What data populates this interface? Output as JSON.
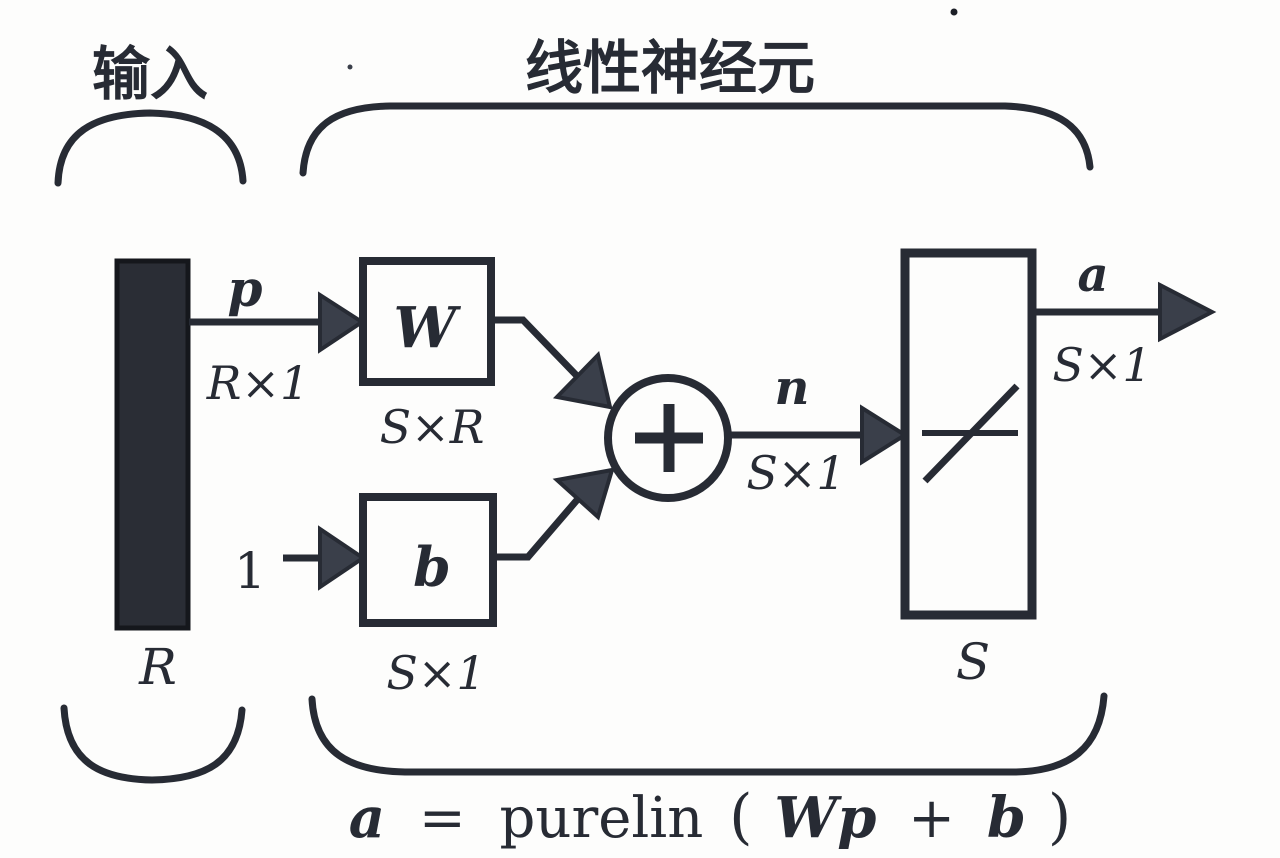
{
  "figure": {
    "title_note": "linear neuron block diagram",
    "colors": {
      "background": "#fdfdfc",
      "ink": "#272b34",
      "arrow_fill": "#3a3f4a",
      "input_bar_fill": "#2a2d35"
    },
    "groups": {
      "input_label": "输入",
      "neuron_label": "线性神经元"
    },
    "labels": {
      "input_vector": "p",
      "input_vector_dim": "R×1",
      "input_size": "R",
      "weight": "W",
      "weight_dim": "S×R",
      "bias_input": "1",
      "bias": "b",
      "bias_dim": "S×1",
      "net_input": "n",
      "net_input_dim": "S×1",
      "output": "a",
      "output_dim": "S×1",
      "neuron_count": "S"
    },
    "formula": {
      "lhs": "a",
      "equals": "=",
      "function": "purelin",
      "open_paren": "(",
      "argument": "Wp",
      "plus": "+",
      "bias": "b",
      "close_paren": ")"
    }
  }
}
